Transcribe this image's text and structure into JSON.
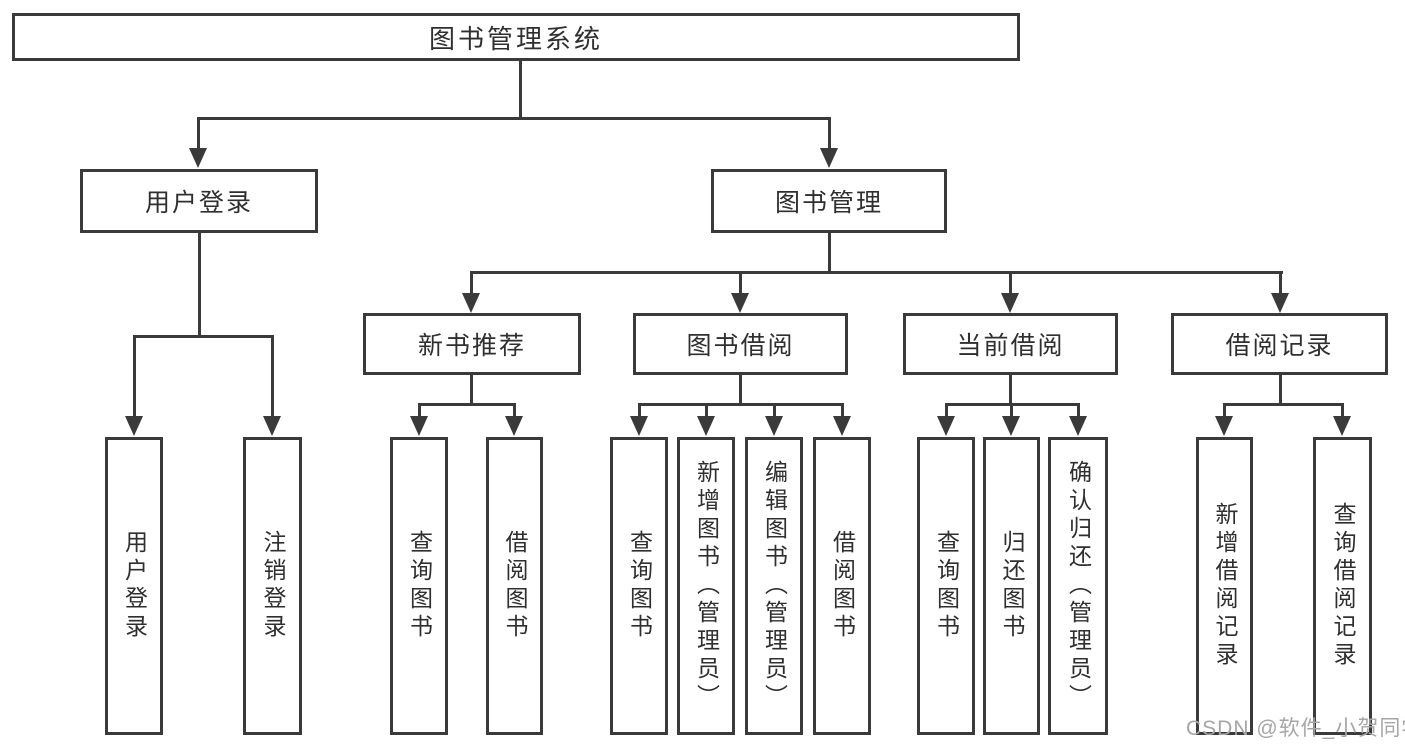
{
  "root": {
    "label": "图书管理系统"
  },
  "level2": {
    "user_login": {
      "label": "用户登录"
    },
    "book_management": {
      "label": "图书管理"
    }
  },
  "level3": {
    "new_book_recommend": {
      "label": "新书推荐"
    },
    "book_borrow": {
      "label": "图书借阅"
    },
    "current_borrow": {
      "label": "当前借阅"
    },
    "borrow_records": {
      "label": "借阅记录"
    }
  },
  "leaves": {
    "user_login_leaf": {
      "label": "用户登录"
    },
    "logout": {
      "label": "注销登录"
    },
    "nb_query_books": {
      "label": "查询图书"
    },
    "nb_borrow_books": {
      "label": "借阅图书"
    },
    "bb_query_books": {
      "label": "查询图书"
    },
    "bb_add_books": {
      "label": "新增图书（管理员）"
    },
    "bb_edit_books": {
      "label": "编辑图书（管理员）"
    },
    "bb_borrow_books": {
      "label": "借阅图书"
    },
    "cb_query_books": {
      "label": "查询图书"
    },
    "cb_return_books": {
      "label": "归还图书"
    },
    "cb_confirm_return": {
      "label": "确认归还（管理员）"
    },
    "br_add_record": {
      "label": "新增借阅记录"
    },
    "br_query_record": {
      "label": "查询借阅记录"
    }
  },
  "watermark": {
    "text": "CSDN @软件_小贺同学"
  },
  "colors": {
    "line": "#3a3a3a",
    "text": "#2f2f2f",
    "watermark": "#a6a6a6",
    "background": "#ffffff"
  }
}
